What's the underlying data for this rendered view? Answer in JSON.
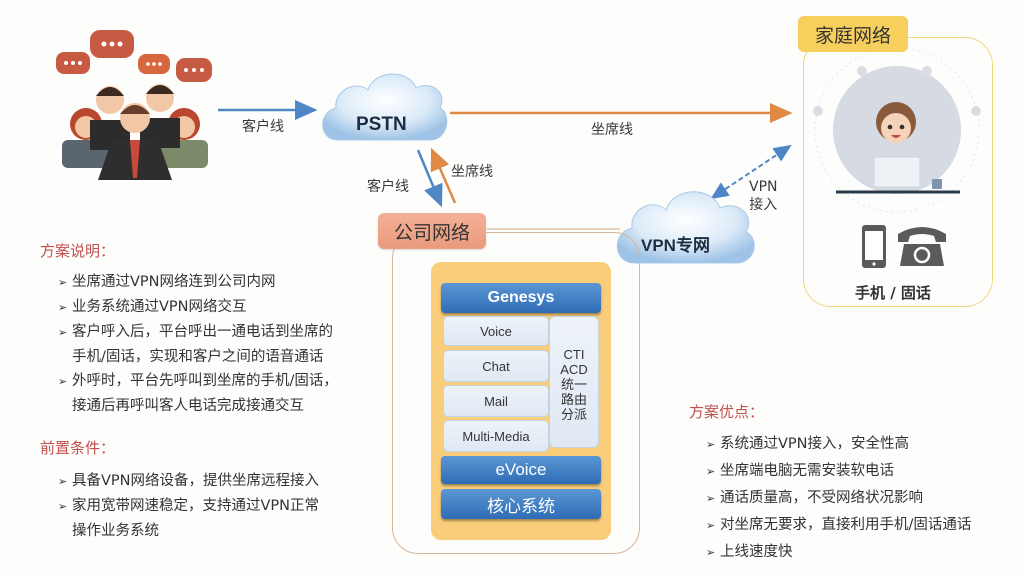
{
  "customers": {
    "icon": "customer-group-with-speech-bubbles"
  },
  "links": {
    "customer_to_pstn": "客户线",
    "pstn_to_home": "坐席线",
    "pstn_to_company": "客户线",
    "company_to_pstn": "坐席线",
    "vpn_access": [
      "VPN",
      "接入"
    ]
  },
  "pstn": {
    "label": "PSTN"
  },
  "vpn_cloud": {
    "label": "VPN专网"
  },
  "company_network": {
    "title": "公司网络",
    "stack": {
      "top": "Genesys",
      "channels": [
        "Voice",
        "Chat",
        "Mail",
        "Multi-Media"
      ],
      "cti": [
        "CTI",
        "ACD",
        "统一",
        "路由",
        "分派"
      ],
      "middle": "eVoice",
      "bottom": "核心系统"
    }
  },
  "home_network": {
    "title": "家庭网络",
    "agent_icon": "call-center-agent",
    "devices": [
      "mobile-phone",
      "landline-phone"
    ],
    "caption": "手机 / 固话"
  },
  "plan_description": {
    "title": "方案说明：",
    "items": [
      [
        "坐席通过VPN网络连到公司内网"
      ],
      [
        "业务系统通过VPN网络交互"
      ],
      [
        "客户呼入后，平台呼出一通电话到坐席的",
        "手机/固话，实现和客户之间的语音通话"
      ],
      [
        "外呼时，平台先呼叫到坐席的手机/固话，",
        "接通后再呼叫客人电话完成接通交互"
      ]
    ]
  },
  "prerequisites": {
    "title": "前置条件：",
    "items": [
      [
        "具备VPN网络设备，提供坐席远程接入"
      ],
      [
        "家用宽带网速稳定，支持通过VPN正常",
        "操作业务系统"
      ]
    ]
  },
  "advantages": {
    "title": "方案优点：",
    "items": [
      "系统通过VPN接入，安全性高",
      "坐席端电脑无需安装软电话",
      "通话质量高，不受网络状况影响",
      "对坐席无要求，直接利用手机/固话通话",
      "上线速度快"
    ]
  },
  "colors": {
    "blue_line": "#4f86c6",
    "orange_line": "#e08a45",
    "section_title": "#c0504d",
    "company_tag": "#ee a386",
    "home_tag": "#f7cf5c",
    "stack_bg": "#f9cd7a",
    "stack_bar": "#3b78c0"
  }
}
